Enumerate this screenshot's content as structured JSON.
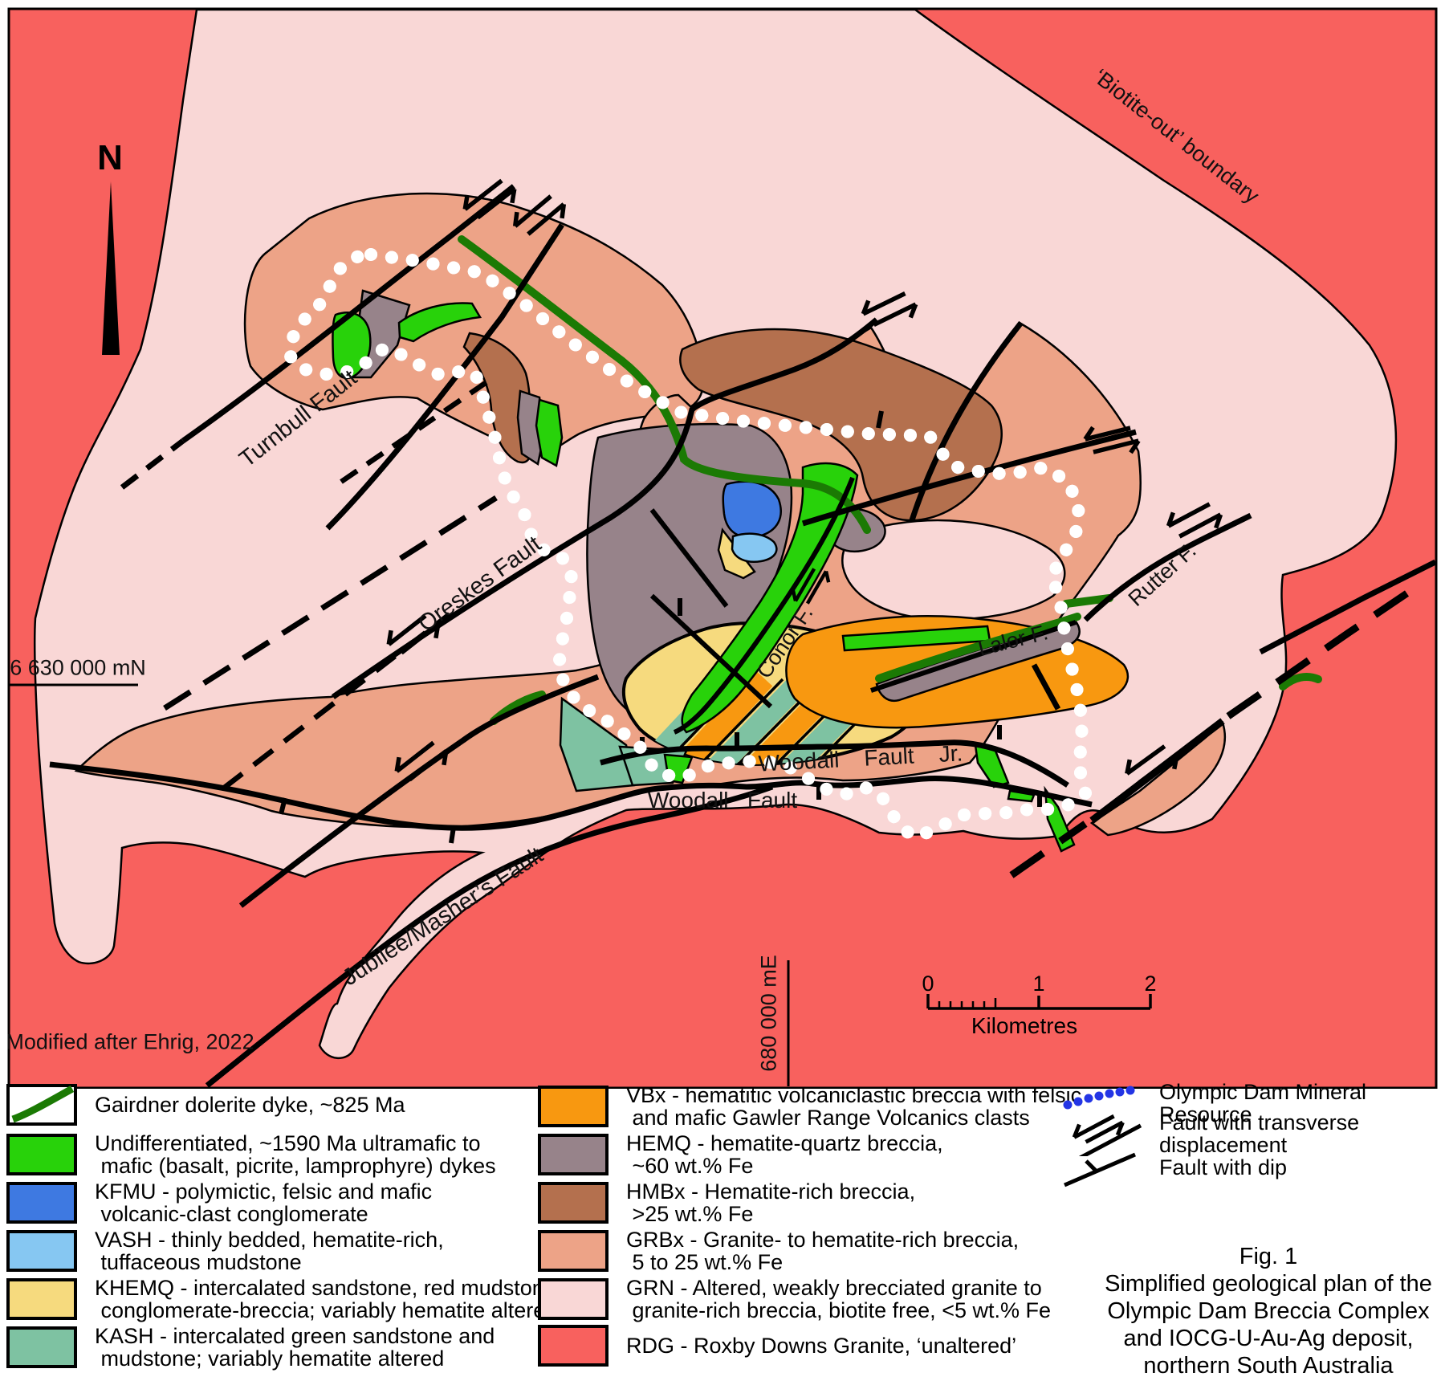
{
  "figure": {
    "credit": "Modified after Ehrig, 2022",
    "north_letter": "N"
  },
  "map": {
    "coordinates": {
      "northing": "6 630 000 mN",
      "easting": "680 000 mE"
    },
    "fault_labels": {
      "turnbull": "Turnbull Fault",
      "oreskes": "Oreskes Fault",
      "jubilee": "Jubilee/Masher’s Fault",
      "woodall": "Woodall   Fault",
      "woodall_jr": "Woodall    Fault    Jr.",
      "conor": "Conor F.",
      "lalor": "Lalor F.",
      "rutter": "Rutter F.",
      "biotite": "‘Biotite-out’ boundary"
    },
    "scale_bar": {
      "tick0": "0",
      "tick1": "1",
      "tick2": "2",
      "unit": "Kilometres"
    }
  },
  "legend": {
    "units": [
      {
        "id": "gairdner",
        "label": "Gairdner dolerite dyke, ~825 Ma"
      },
      {
        "id": "dykes",
        "label": "Undifferentiated, ~1590 Ma ultramafic to\n mafic (basalt, picrite, lamprophyre) dykes"
      },
      {
        "id": "kfmu",
        "label": "KFMU - polymictic, felsic and mafic\n volcanic-clast conglomerate"
      },
      {
        "id": "vash",
        "label": "VASH - thinly bedded, hematite-rich,\n tuffaceous mudstone"
      },
      {
        "id": "khemq",
        "label": "KHEMQ - intercalated sandstone, red mudstone,\n conglomerate-breccia; variably hematite altered"
      },
      {
        "id": "kash",
        "label": "KASH - intercalated green sandstone and\n mudstone; variably hematite altered"
      },
      {
        "id": "vbx",
        "label": "VBx - hematitic volcaniclastic breccia with felsic\n and mafic Gawler Range Volcanics clasts"
      },
      {
        "id": "hemq",
        "label": "HEMQ - hematite-quartz breccia,\n ~60 wt.% Fe"
      },
      {
        "id": "hmbx",
        "label": "HMBx - Hematite-rich breccia,\n >25 wt.% Fe"
      },
      {
        "id": "grbx",
        "label": "GRBx - Granite- to hematite-rich breccia,\n 5 to 25 wt.% Fe"
      },
      {
        "id": "grn",
        "label": "GRN - Altered, weakly brecciated granite to\n granite-rich breccia, biotite free, <5 wt.% Fe"
      },
      {
        "id": "rdg",
        "label": "RDG - Roxby Downs Granite, ‘unaltered’"
      }
    ],
    "symbols": [
      {
        "id": "resource",
        "label": "Olympic Dam Mineral Resource"
      },
      {
        "id": "fault_transverse",
        "label": "Fault with transverse displacement"
      },
      {
        "id": "fault_dip",
        "label": "Fault with dip"
      }
    ]
  },
  "caption": {
    "lines": [
      "Fig. 1",
      "Simplified geological plan of the",
      "Olympic Dam Breccia Complex",
      "and IOCG-U-Au-Ag deposit,",
      "northern South Australia"
    ]
  },
  "colors": {
    "rdg": "#f8615e",
    "grn": "#f9d7d6",
    "grbx": "#eda387",
    "hmbx": "#b4704e",
    "hemq": "#97838a",
    "vbx": "#f89810",
    "khemq": "#f6da7e",
    "kash": "#7ec2a2",
    "kfmu": "#3e79e1",
    "vash": "#86c7f2",
    "dyke_green": "#28d20a",
    "dolerite": "#1b7a04",
    "resource_blue": "#2335e5",
    "line_black": "#000000"
  }
}
